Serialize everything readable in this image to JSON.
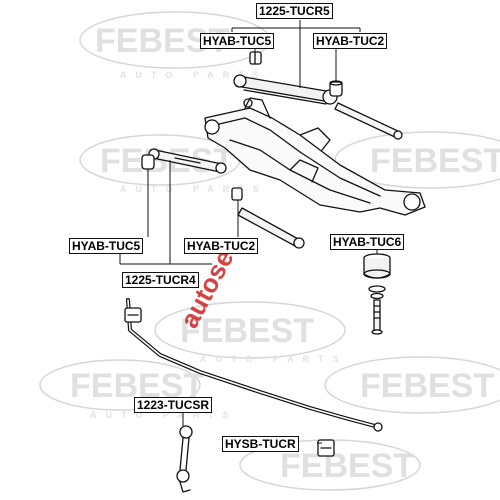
{
  "labels": {
    "tucr5": "1225-TUCR5",
    "hyab_tuc5_top": "HYAB-TUC5",
    "hyab_tuc2_top": "HYAB-TUC2",
    "hyab_tuc6": "HYAB-TUC6",
    "hyab_tuc5_left": "HYAB-TUC5",
    "hyab_tuc2_mid": "HYAB-TUC2",
    "tucr4": "1225-TUCR4",
    "tucsr": "1223-TUCSR",
    "hysb_tucr": "HYSB-TUCR"
  },
  "watermarks": {
    "brand": "FEBEST",
    "sub": "AUTO PARTS",
    "autoset": "autoset"
  },
  "colors": {
    "accent_red": "#cc2222",
    "watermark": "#d8d8d8",
    "line": "#111111"
  }
}
